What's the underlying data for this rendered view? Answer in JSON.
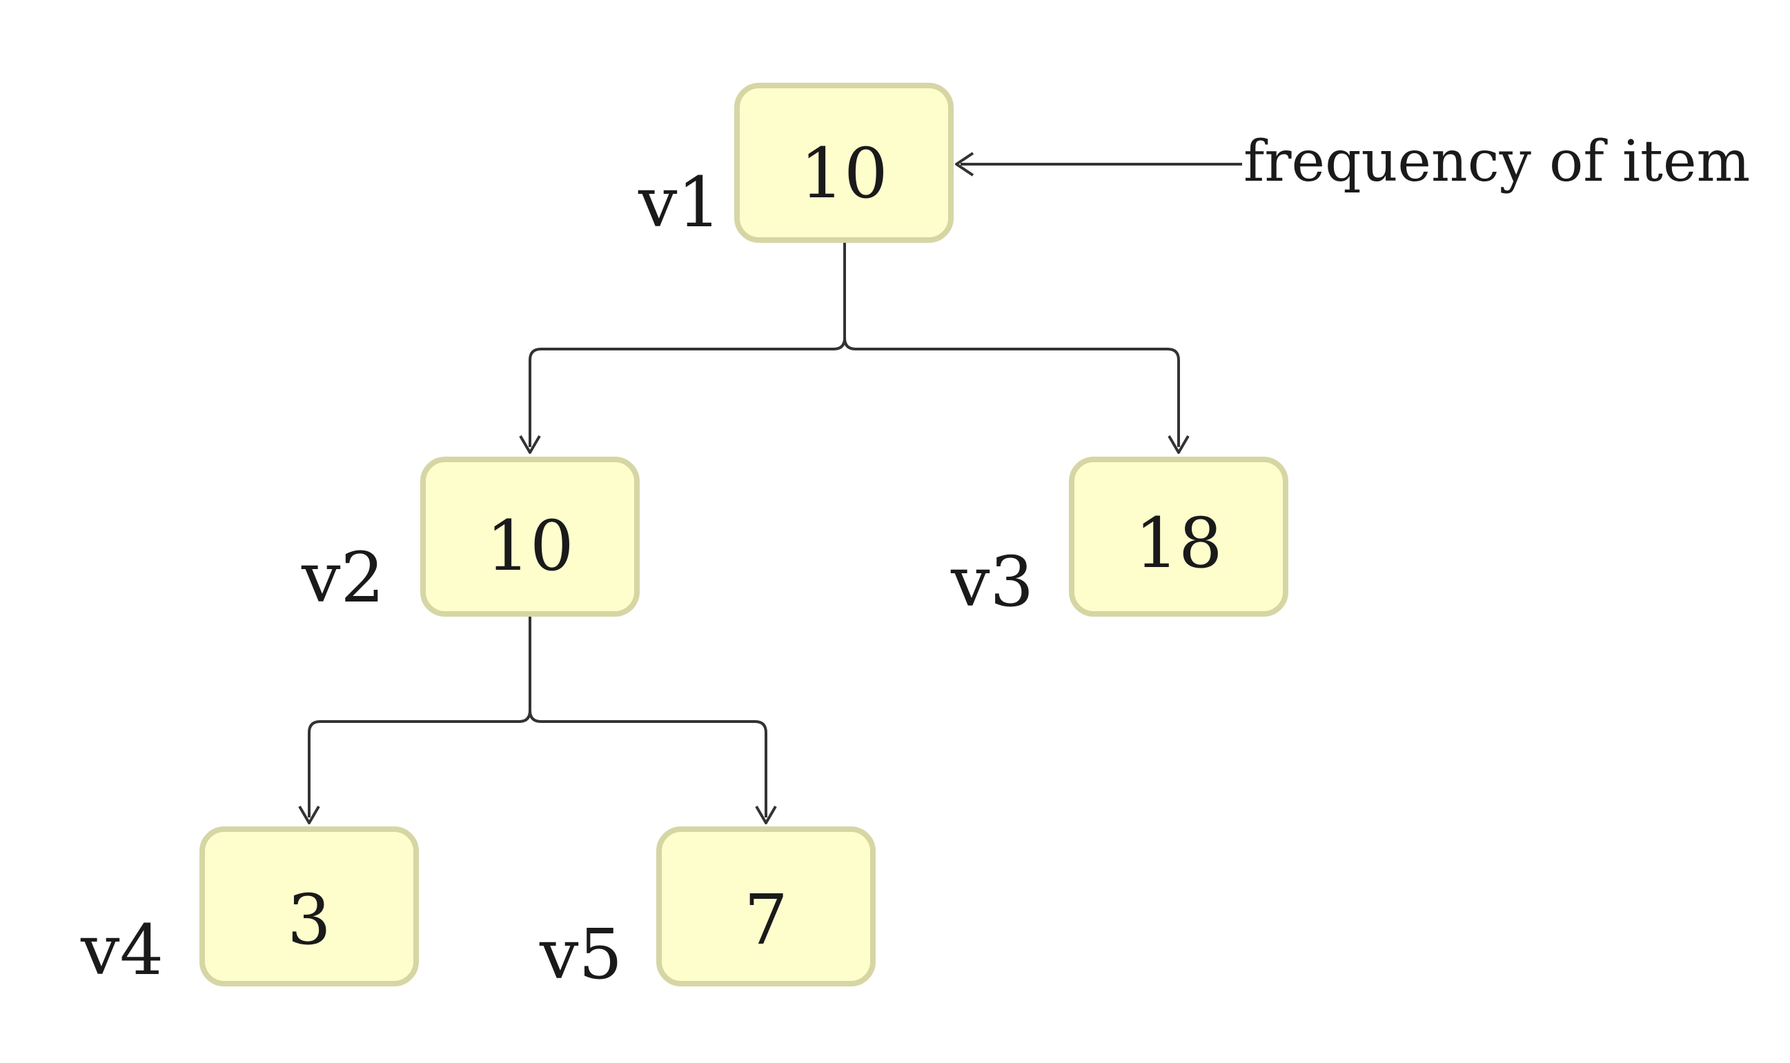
{
  "tree": {
    "nodes": [
      {
        "id": "v1",
        "label": "v1",
        "value": "10"
      },
      {
        "id": "v2",
        "label": "v2",
        "value": "10"
      },
      {
        "id": "v3",
        "label": "v3",
        "value": "18"
      },
      {
        "id": "v4",
        "label": "v4",
        "value": "3"
      },
      {
        "id": "v5",
        "label": "v5",
        "value": "7"
      }
    ],
    "edges": [
      {
        "from": "v1",
        "to": "v2"
      },
      {
        "from": "v1",
        "to": "v3"
      },
      {
        "from": "v2",
        "to": "v4"
      },
      {
        "from": "v2",
        "to": "v5"
      }
    ]
  },
  "annotation": {
    "text": "frequency of item",
    "points_to": "v1"
  }
}
